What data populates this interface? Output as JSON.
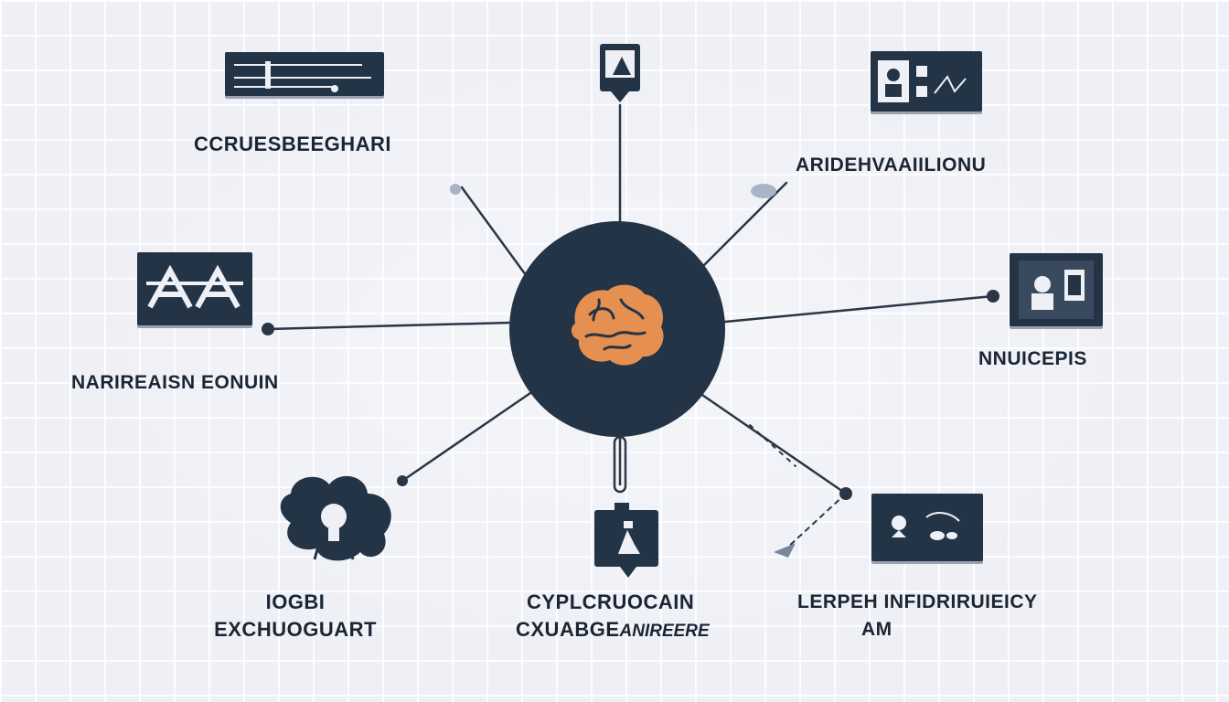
{
  "diagram": {
    "hub": {
      "icon": "brain-icon",
      "fill": "#243447",
      "icon_color": "#e58f50"
    },
    "colors": {
      "node": "#243447",
      "line": "#2a3646",
      "text": "#1a2535",
      "accent": "#e58f50"
    },
    "nodes": [
      {
        "id": "top-left",
        "label": "CCRUESBEEGHARI",
        "icon": "presentation-icon"
      },
      {
        "id": "top",
        "label": "",
        "icon": "location-pin-icon"
      },
      {
        "id": "top-right",
        "label": "ARIDEHVAAIILIONU",
        "icon": "profile-card-icon"
      },
      {
        "id": "left",
        "label": "NARIREAISN EONUIN",
        "icon": "letters-aa-icon"
      },
      {
        "id": "right",
        "label": "NNUICEPIS",
        "icon": "person-frame-icon"
      },
      {
        "id": "bottom-left",
        "label_line1": "IOGBI",
        "label_line2": "EXCHUOGUART",
        "icon": "puzzle-bulb-icon"
      },
      {
        "id": "bottom",
        "label_line1": "CYPLCRUOCAIN",
        "label_line2": "CXUABGE",
        "label_tail": "ANIREERE",
        "icon": "tag-icon"
      },
      {
        "id": "bottom-right",
        "label_line1": "LERPEH INFIDRIRUIEICY",
        "label_line2": "AM",
        "icon": "media-card-icon"
      }
    ]
  }
}
